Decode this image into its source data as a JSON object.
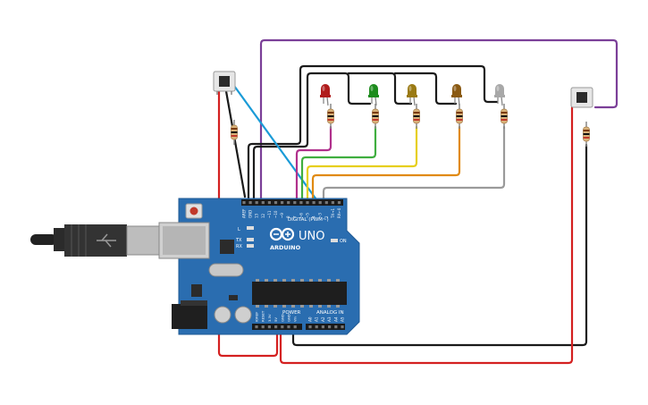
{
  "board": {
    "brand": "ARDUINO",
    "model": "UNO",
    "digital_header": "DIGITAL (PWM~)",
    "power_header": "POWER",
    "analog_header": "ANALOG IN",
    "led_l": "L",
    "led_tx": "TX",
    "led_rx": "RX",
    "led_on": "ON",
    "digital_pins": [
      "AREF",
      "GND",
      "13",
      "12",
      "~11",
      "~10",
      "~9",
      "8",
      "7",
      "~6",
      "~5",
      "4",
      "~3",
      "2",
      "TX→1",
      "RX←0"
    ],
    "power_pins": [
      "IOREF",
      "RESET",
      "3.3V",
      "5V",
      "GND",
      "GND",
      "Vin"
    ],
    "analog_pins": [
      "A0",
      "A1",
      "A2",
      "A3",
      "A4",
      "A5"
    ]
  },
  "leds": [
    {
      "color": "#b01c1c",
      "name": "red"
    },
    {
      "color": "#1e8c1e",
      "name": "green"
    },
    {
      "color": "#9a7a14",
      "name": "yellow"
    },
    {
      "color": "#8a5a14",
      "name": "orange"
    },
    {
      "color": "#a8a8a8",
      "name": "white"
    }
  ],
  "wires": {
    "black": "#1a1a1a",
    "red": "#d42020",
    "purple": "#7b3f98",
    "blue": "#1a9bd7",
    "magenta": "#b0308c",
    "green": "#3fae3f",
    "yellow": "#e6cf1a",
    "orange": "#e08a10",
    "gray": "#9a9a9a"
  },
  "colors": {
    "board": "#2a6db0",
    "board_edge": "#1f5a95"
  }
}
